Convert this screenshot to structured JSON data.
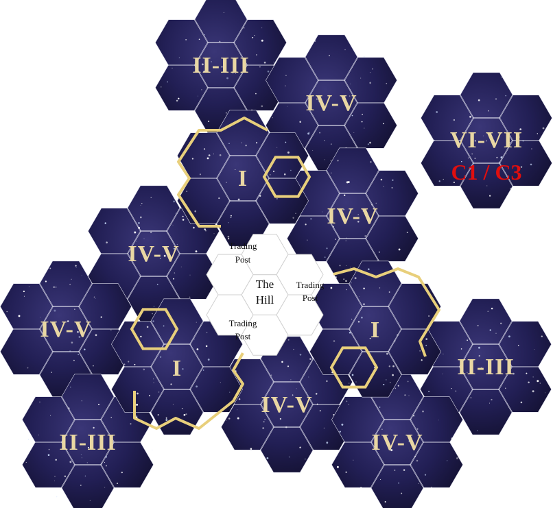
{
  "colors": {
    "space_dark": "#12102f",
    "space_mid": "#2b2863",
    "gold_border": "#e8cf7b",
    "label_gold": "#e9d7a3",
    "label_red": "#e00e0e",
    "center_fill": "#ffffff"
  },
  "center": {
    "hill": [
      "The",
      "Hill"
    ],
    "trading_post_top": [
      "Trading",
      "Post"
    ],
    "trading_post_right": [
      "Trading",
      "Post"
    ],
    "trading_post_bottom": [
      "Trading",
      "Post"
    ]
  },
  "sectors": {
    "top_left": "II-III",
    "top_mid": "IV-V",
    "top_right_main": "VI-VII",
    "top_right_sub": "C1 / C3",
    "north_home": "I",
    "north_east": "IV-V",
    "west_upper": "IV-V",
    "far_west": "IV-V",
    "south_west_home": "I",
    "far_south_west": "II-III",
    "south_mid": "IV-V",
    "east_home": "I",
    "far_east": "II-III",
    "south_east": "IV-V"
  }
}
